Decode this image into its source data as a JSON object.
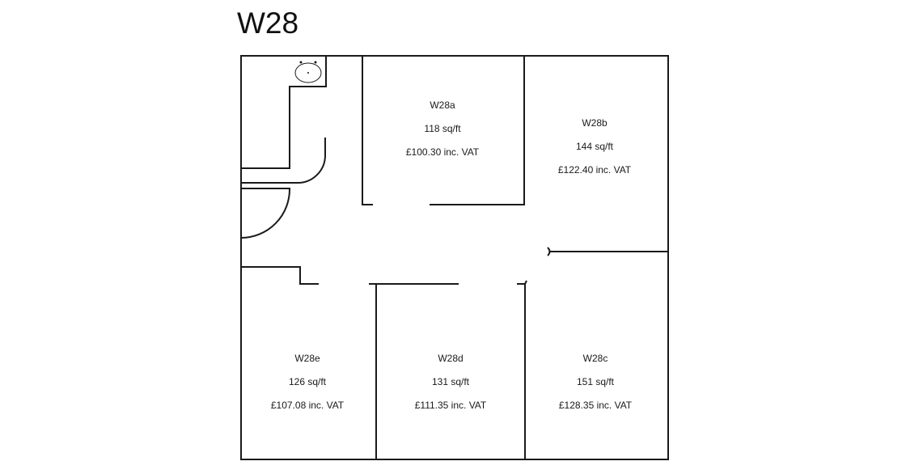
{
  "title": "W28",
  "rooms": {
    "a": {
      "name": "W28a",
      "area": "118 sq/ft",
      "price": "£100.30 inc. VAT"
    },
    "b": {
      "name": "W28b",
      "area": "144 sq/ft",
      "price": "£122.40 inc. VAT"
    },
    "c": {
      "name": "W28c",
      "area": "151 sq/ft",
      "price": "£128.35 inc. VAT"
    },
    "d": {
      "name": "W28d",
      "area": "131 sq/ft",
      "price": "£111.35 inc. VAT"
    },
    "e": {
      "name": "W28e",
      "area": "126 sq/ft",
      "price": "£107.08 inc. VAT"
    }
  }
}
